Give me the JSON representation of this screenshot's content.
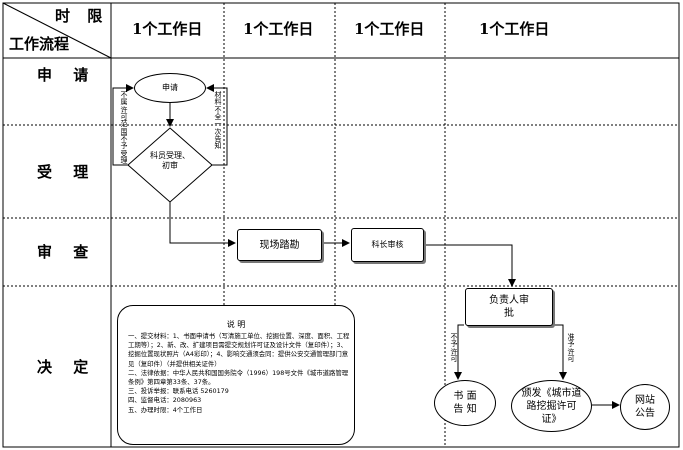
{
  "header": {
    "time_label": "时  限",
    "flow_label": "工作流程",
    "columns": [
      "1个工作日",
      "1个工作日",
      "1个工作日",
      "1个工作日"
    ]
  },
  "rows": [
    "申 请",
    "受 理",
    "审 查",
    "决 定"
  ],
  "nodes": {
    "apply": "申请",
    "accept_review": "科员受理、初审",
    "site_survey": "现场踏勘",
    "section_review": "科长审核",
    "leader_approval": "负责人审批",
    "written_notice": "书 面 告 知",
    "issue_permit": "颁发《城市道路挖掘许可证》",
    "website_notice": "网站公告"
  },
  "edge_labels": {
    "not_in_scope": "不属许可范围不予受理",
    "materials_incomplete": "材料不全一次告知",
    "not_permitted": "不予许可",
    "permitted": "准予许可"
  },
  "note": {
    "title": "说  明",
    "body": "一、提交材料：1、书面申请书（写清施工单位、挖掘位置、深度、面积、工程工期等）；2、新、改、扩建项目需提交规划许可证及设计文件（复印件）；3、挖掘位置现状照片（A4彩印）；4、影响交通须会同：提供公安交通管理部门意见（复印件）（并提供相关证件）\n二、法律依据：中华人民共和国国务院令（1996）198号文件《城市道路管理条例》第四章第33条、37条。\n三、投诉举报：联系电话 5260179\n四、监督电话：2080963\n五、办理时限：4个工作日"
  }
}
